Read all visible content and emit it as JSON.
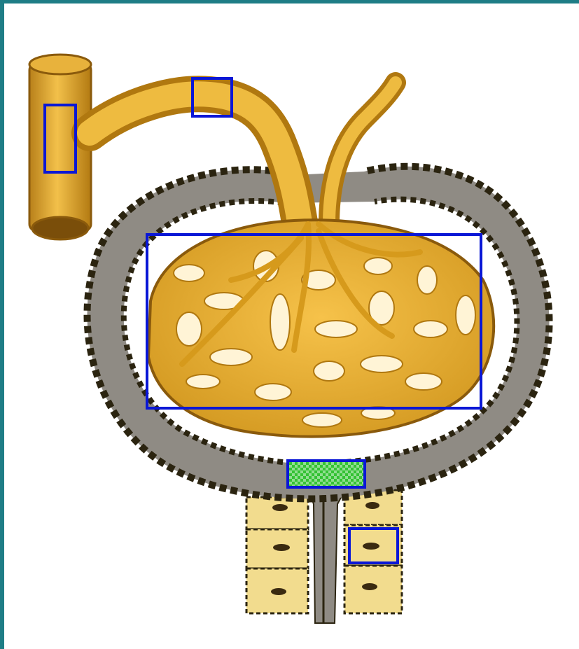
{
  "diagram": {
    "subject": "",
    "colors": {
      "frame_border": "#1f7d86",
      "vessel_fill": "#e0a726",
      "vessel_dark": "#b37a12",
      "capsule_fill": "#8f8b84",
      "capsule_edge": "#2b2410",
      "cell_fill": "#f2dc8e",
      "label_box": "#0a17d6",
      "highlight_fill": "#34c234"
    }
  },
  "label_boxes": [
    {
      "id": "box-1",
      "style": "outline"
    },
    {
      "id": "box-2",
      "style": "outline"
    },
    {
      "id": "box-3",
      "style": "outline"
    },
    {
      "id": "box-4",
      "style": "filled-green"
    },
    {
      "id": "box-5",
      "style": "outline"
    }
  ]
}
